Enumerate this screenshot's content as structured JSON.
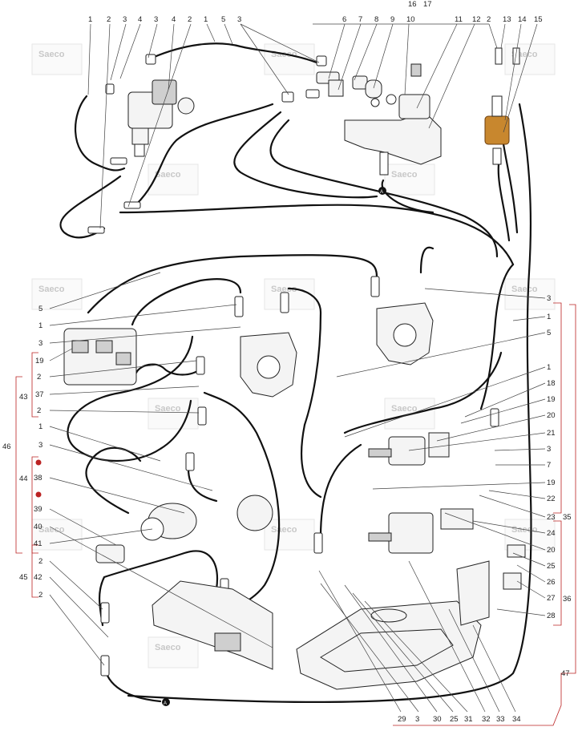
{
  "watermark": {
    "text": "Saeco"
  },
  "connectors": {
    "a": "A"
  },
  "callouts": {
    "top": [
      "1",
      "2",
      "3",
      "4",
      "3",
      "4",
      "2",
      "1",
      "5",
      "3",
      "6",
      "7",
      "8",
      "9",
      "10",
      "16",
      "17",
      "11",
      "12",
      "2",
      "13",
      "14",
      "15"
    ],
    "left": [
      "5",
      "1",
      "3",
      "19",
      "2",
      "37",
      "2",
      "1",
      "3",
      "38",
      "39",
      "40",
      "41",
      "2",
      "42",
      "2"
    ],
    "right": [
      "3",
      "1",
      "5",
      "1",
      "18",
      "19",
      "20",
      "21",
      "3",
      "7",
      "19",
      "22",
      "23",
      "24",
      "20",
      "25",
      "26",
      "27",
      "28"
    ],
    "bottom": [
      "29",
      "3",
      "30",
      "25",
      "31",
      "32",
      "33",
      "34"
    ],
    "groups": [
      "43",
      "46",
      "44",
      "45",
      "35",
      "36",
      "47"
    ]
  },
  "colors": {
    "ink": "#111111",
    "callout": "#b22222",
    "heater": "#c8872e"
  }
}
